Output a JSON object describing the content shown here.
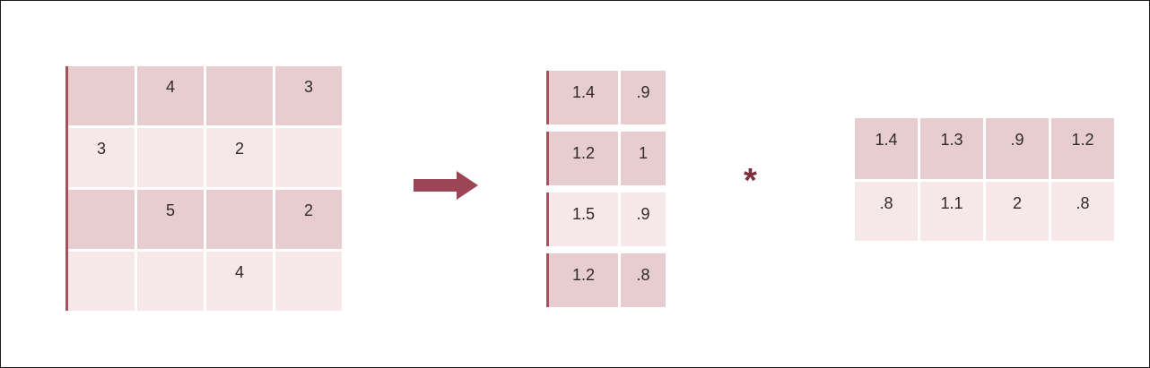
{
  "ratings_matrix": {
    "rows": [
      [
        "",
        "4",
        "",
        "3"
      ],
      [
        "3",
        "",
        "2",
        ""
      ],
      [
        "",
        "5",
        "",
        "2"
      ],
      [
        "",
        "",
        "4",
        ""
      ]
    ]
  },
  "users_matrix": {
    "rows": [
      [
        "1.4",
        ".9"
      ],
      [
        "1.2",
        "1"
      ],
      [
        "1.5",
        ".9"
      ],
      [
        "1.2",
        ".8"
      ]
    ]
  },
  "items_matrix": {
    "rows": [
      [
        "1.4",
        "1.3",
        ".9",
        "1.2"
      ],
      [
        ".8",
        "1.1",
        "2",
        ".8"
      ]
    ]
  },
  "operator": "*",
  "colors": {
    "dark_cell": "#e8cdd0",
    "light_cell": "#f6e7e8",
    "accent": "#a4525f"
  }
}
